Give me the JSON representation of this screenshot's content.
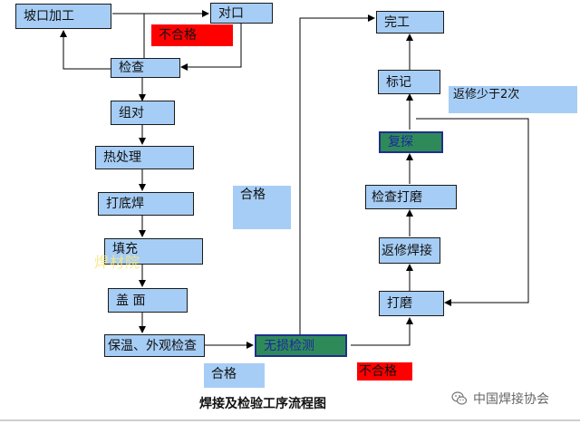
{
  "diagram": {
    "title": "焊接及检验工序流程图",
    "watermark": "焊材院",
    "footer_text": "中国焊接协会",
    "footer_icon": "wechat-icon",
    "colors": {
      "node_fill": "#a6cdf5",
      "fail_fill": "#ff0000",
      "ndt_fill": "#2f8a5a",
      "edge": "#000000"
    },
    "nodes": {
      "groove": "坡口加工",
      "fitup": "对口",
      "inspect": "检查",
      "assemble": "组对",
      "heat": "热处理",
      "root": "打底焊",
      "fill": "填充",
      "cap": "盖  面",
      "insulate": "保温、外观检查",
      "ndt": "无损检测",
      "grind": "打磨",
      "repair": "返修焊接",
      "check_grind": "检查打磨",
      "recheck": "复探",
      "mark": "标记",
      "done": "完工"
    },
    "labels": {
      "fail_top": "不合格",
      "pass_mid": "合格",
      "pass_bottom": "合格",
      "fail_bottom": "不合格",
      "repair_limit": "返修少于2次"
    }
  }
}
